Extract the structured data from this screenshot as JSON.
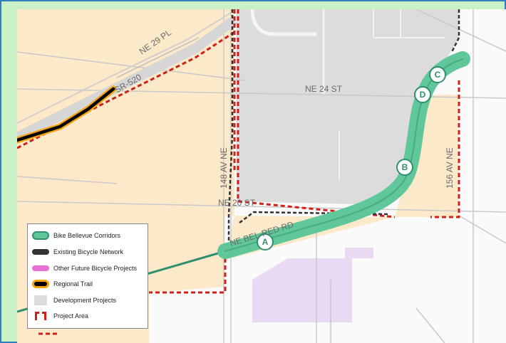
{
  "colors": {
    "corridor": "#5fc79a",
    "corridor_dark": "#2f8f6e",
    "existing_network": "#333333",
    "other_future": "#e86fd6",
    "regional_trail_fill": "#000000",
    "regional_trail_outline": "#f5a30f",
    "development": "#dcdcdc",
    "project_area": "#d0201a",
    "project_fill": "#fbe9c9",
    "outer_band": "#c9f0c6",
    "frame_border": "#2f7fc0"
  },
  "streets": {
    "ne29pl": "NE 29 PL",
    "sr520": "SR-520",
    "ne24st": "NE 24 ST",
    "ne20st": "NE 20 ST",
    "av148": "148 AV NE",
    "av156": "156 AV NE",
    "bel_red": "NE BEL-RED RD"
  },
  "markers": [
    "A",
    "B",
    "C",
    "D"
  ],
  "legend": {
    "items": [
      {
        "label": "Bike Bellevue Corridors",
        "icon": "corridor-swatch"
      },
      {
        "label": "Existing Bicycle Network",
        "icon": "existing-network-swatch"
      },
      {
        "label": "Other Future Bicycle Projects",
        "icon": "future-projects-swatch"
      },
      {
        "label": "Regional Trail",
        "icon": "regional-trail-swatch"
      },
      {
        "label": "Development Projects",
        "icon": "development-swatch"
      },
      {
        "label": "Project Area",
        "icon": "project-area-swatch"
      }
    ]
  }
}
